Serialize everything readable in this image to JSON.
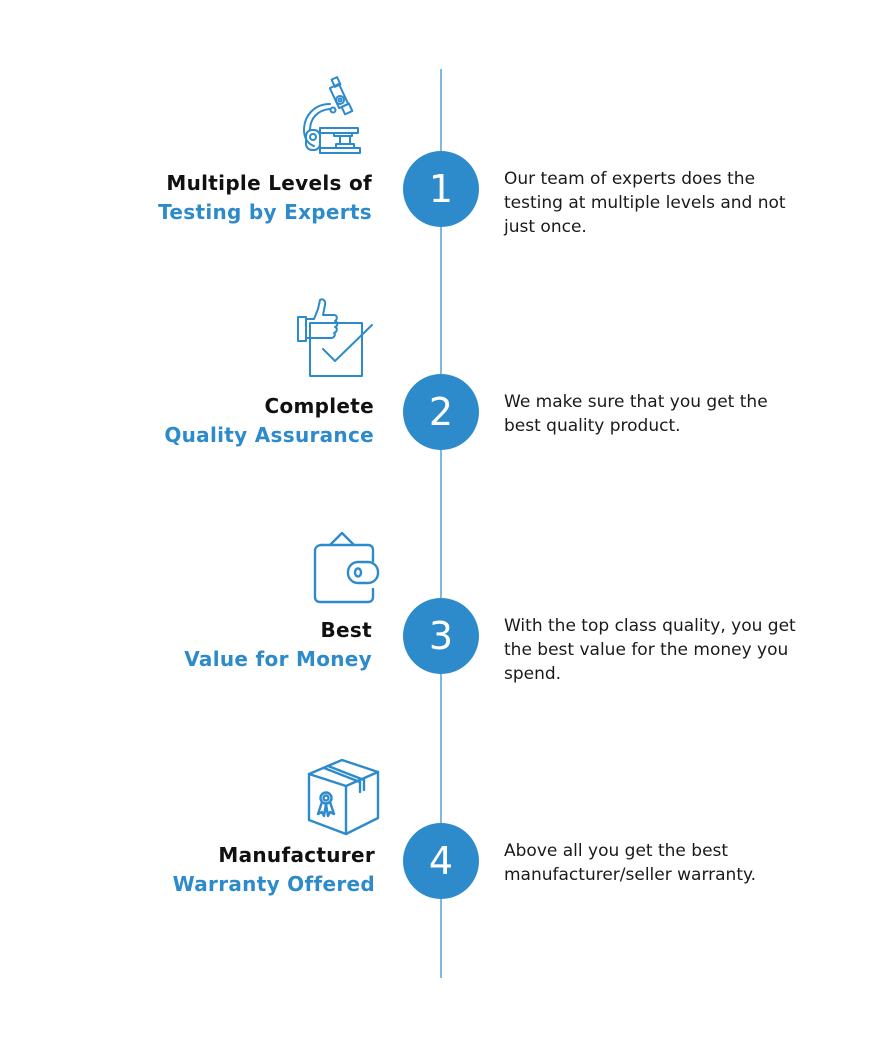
{
  "colors": {
    "accent": "#2e8bcb",
    "line": "#7fb9e2",
    "heading_dark": "#111111",
    "text": "#1a1a1a"
  },
  "steps": [
    {
      "number": "1",
      "icon": "microscope-icon",
      "heading_line1": "Multiple Levels of",
      "heading_line2": "Testing by Experts",
      "description": "Our team of experts does the testing at multiple levels and not just once."
    },
    {
      "number": "2",
      "icon": "thumbs-up-checkbox-icon",
      "heading_line1": "Complete",
      "heading_line2": "Quality Assurance",
      "description": "We make sure that you get the best quality product."
    },
    {
      "number": "3",
      "icon": "wallet-icon",
      "heading_line1": "Best",
      "heading_line2": "Value for Money",
      "description": "With the top class quality, you get the best value for the money you spend."
    },
    {
      "number": "4",
      "icon": "warranty-box-icon",
      "heading_line1": "Manufacturer",
      "heading_line2": "Warranty Offered",
      "description": "Above all you get the best manufacturer/seller warranty."
    }
  ]
}
